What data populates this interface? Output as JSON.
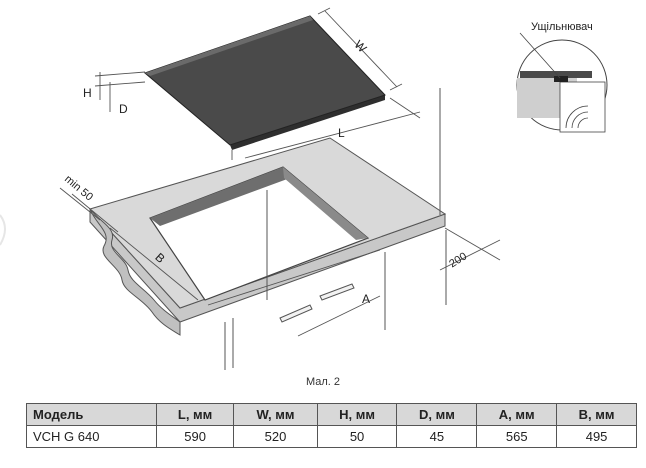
{
  "diagram": {
    "labels": {
      "width": "W",
      "length": "L",
      "height": "H",
      "depth": "D",
      "min_gap": "min 50",
      "cutout_b": "B",
      "cutout_a": "A",
      "clearance": "200",
      "seal": "Ущільнювач"
    }
  },
  "caption": "Мал. 2",
  "table": {
    "headers": [
      "Модель",
      "L, мм",
      "W, мм",
      "H, мм",
      "D, мм",
      "A, мм",
      "B, мм"
    ],
    "rows": [
      [
        "VCH G 640",
        "590",
        "520",
        "50",
        "45",
        "565",
        "495"
      ]
    ]
  }
}
